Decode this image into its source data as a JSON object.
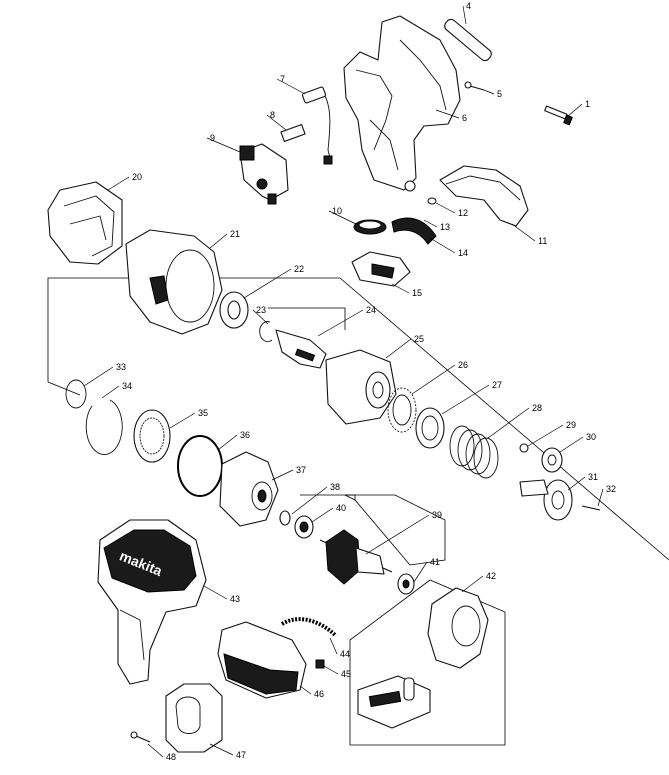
{
  "diagram": {
    "parts": [
      {
        "id": "p1",
        "label": "1",
        "icon": "screw-icon"
      },
      {
        "id": "p4",
        "label": "4",
        "icon": "label-plate-icon"
      },
      {
        "id": "p5",
        "label": "5",
        "icon": "small-screw-icon"
      },
      {
        "id": "p6",
        "label": "6",
        "icon": "housing-set-icon"
      },
      {
        "id": "p7",
        "label": "7",
        "icon": "led-circuit-icon"
      },
      {
        "id": "p8",
        "label": "8",
        "icon": "led-lens-icon"
      },
      {
        "id": "p9",
        "label": "9",
        "icon": "switch-icon"
      },
      {
        "id": "p10",
        "label": "10",
        "icon": "cap-icon"
      },
      {
        "id": "p11",
        "label": "11",
        "icon": "rear-cover-icon"
      },
      {
        "id": "p12",
        "label": "12",
        "icon": "pin-icon"
      },
      {
        "id": "p13",
        "label": "13",
        "icon": "small-pin-icon"
      },
      {
        "id": "p14",
        "label": "14",
        "icon": "spring-icon"
      },
      {
        "id": "p15",
        "label": "15",
        "icon": "terminal-icon"
      },
      {
        "id": "p20",
        "label": "20",
        "icon": "hammer-case-cover-icon"
      },
      {
        "id": "p21",
        "label": "21",
        "icon": "hammer-case-icon"
      },
      {
        "id": "p22",
        "label": "22",
        "icon": "flat-washer-icon"
      },
      {
        "id": "p23",
        "label": "23",
        "icon": "retaining-ring-icon"
      },
      {
        "id": "p24",
        "label": "24",
        "icon": "anvil-icon"
      },
      {
        "id": "p25",
        "label": "25",
        "icon": "hammer-icon"
      },
      {
        "id": "p26",
        "label": "26",
        "icon": "ball-bearing-ring-icon"
      },
      {
        "id": "p27",
        "label": "27",
        "icon": "flat-washer-icon"
      },
      {
        "id": "p28",
        "label": "28",
        "icon": "compression-spring-icon"
      },
      {
        "id": "p29",
        "label": "29",
        "icon": "steel-ball-icon"
      },
      {
        "id": "p30",
        "label": "30",
        "icon": "spur-gear-icon"
      },
      {
        "id": "p31",
        "label": "31",
        "icon": "spindle-icon"
      },
      {
        "id": "p32",
        "label": "32",
        "icon": "pin-icon"
      },
      {
        "id": "p33",
        "label": "33",
        "icon": "o-ring-icon"
      },
      {
        "id": "p34",
        "label": "34",
        "icon": "retaining-ring-icon"
      },
      {
        "id": "p35",
        "label": "35",
        "icon": "internal-gear-icon"
      },
      {
        "id": "p36",
        "label": "36",
        "icon": "o-ring-icon"
      },
      {
        "id": "p37",
        "label": "37",
        "icon": "bearing-box-icon"
      },
      {
        "id": "p38",
        "label": "38",
        "icon": "washer-icon"
      },
      {
        "id": "p39",
        "label": "39",
        "icon": "rotor-icon"
      },
      {
        "id": "p40",
        "label": "40",
        "icon": "ball-bearing-icon"
      },
      {
        "id": "p41",
        "label": "41",
        "icon": "ball-bearing-icon"
      },
      {
        "id": "p42",
        "label": "42",
        "icon": "stator-controller-icon"
      },
      {
        "id": "p43",
        "label": "43",
        "icon": "housing-grip-icon"
      },
      {
        "id": "p44",
        "label": "44",
        "icon": "spring-icon"
      },
      {
        "id": "p45",
        "label": "45",
        "icon": "clip-icon"
      },
      {
        "id": "p46",
        "label": "46",
        "icon": "battery-cover-icon"
      },
      {
        "id": "p47",
        "label": "47",
        "icon": "hook-icon"
      },
      {
        "id": "p48",
        "label": "48",
        "icon": "screw-icon"
      }
    ],
    "brand_text": "makita"
  }
}
